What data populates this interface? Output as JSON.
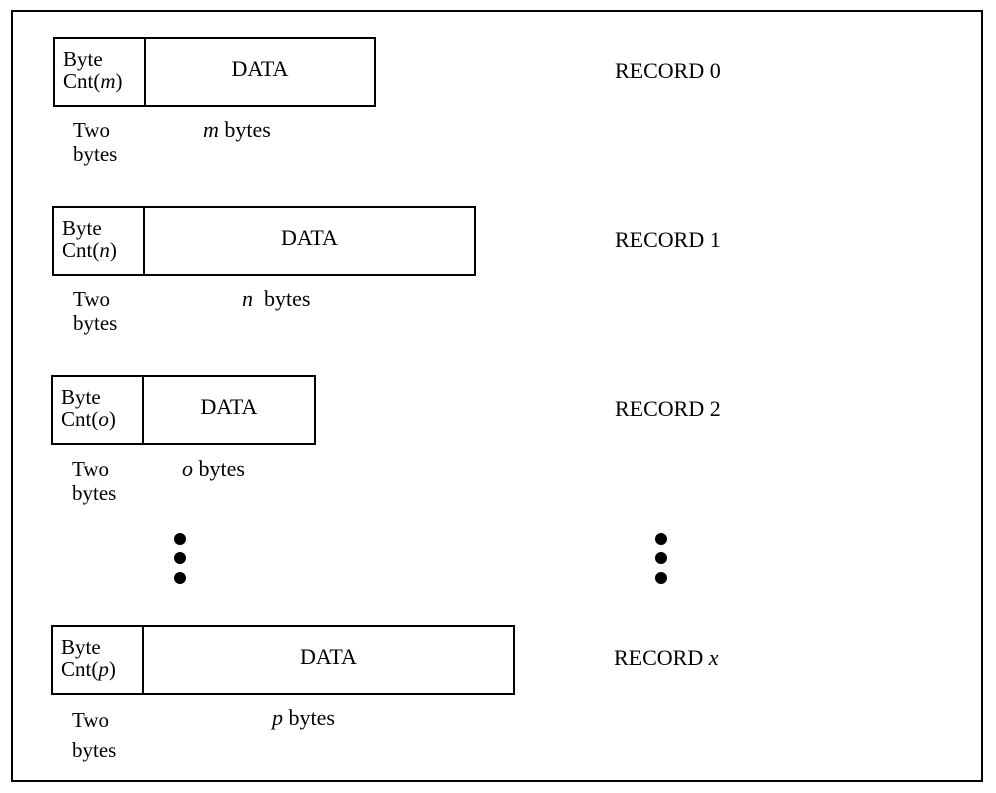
{
  "records": [
    {
      "cnt_label": "Byte",
      "cnt_prefix": "Cnt(",
      "cnt_var": "m",
      "cnt_suffix": ")",
      "data_label": "DATA",
      "two_label_1": "Two",
      "two_label_2": "bytes",
      "size_var": "m",
      "size_unit": "bytes",
      "record_prefix": "RECORD",
      "record_index": "0"
    },
    {
      "cnt_label": "Byte",
      "cnt_prefix": "Cnt(",
      "cnt_var": "n",
      "cnt_suffix": ")",
      "data_label": "DATA",
      "two_label_1": "Two",
      "two_label_2": "bytes",
      "size_var": "n",
      "size_unit": "bytes",
      "record_prefix": "RECORD",
      "record_index": "1"
    },
    {
      "cnt_label": "Byte",
      "cnt_prefix": "Cnt(",
      "cnt_var": "o",
      "cnt_suffix": ")",
      "data_label": "DATA",
      "two_label_1": "Two",
      "two_label_2": "bytes",
      "size_var": "o",
      "size_unit": "bytes",
      "record_prefix": "RECORD",
      "record_index": "2"
    },
    {
      "cnt_label": "Byte",
      "cnt_prefix": "Cnt(",
      "cnt_var": "p",
      "cnt_suffix": ")",
      "data_label": "DATA",
      "two_label_1": "Two",
      "two_label_2": "bytes",
      "size_var": "p",
      "size_unit": "bytes",
      "record_prefix": "RECORD",
      "record_index": "x"
    }
  ]
}
